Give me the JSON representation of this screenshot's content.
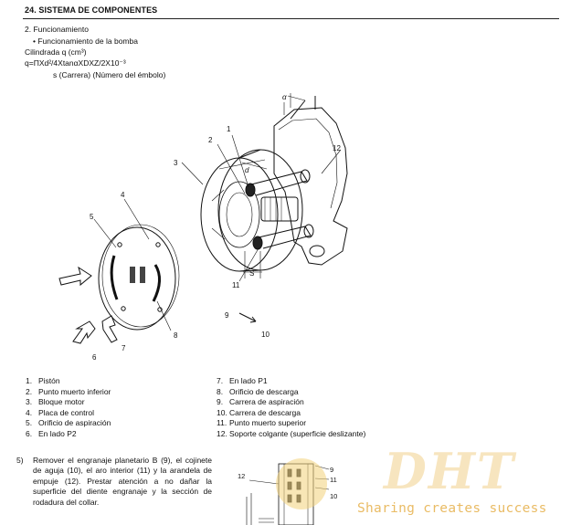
{
  "header": {
    "title": "24. SISTEMA DE COMPONENTES"
  },
  "intro": {
    "line1": "2.   Funcionamiento",
    "line2": "• Funcionamiento de la bomba",
    "line3": "Cilindrada q (cm³)",
    "line4": "q=ΠXd²/4XtanαXDXZ/2X10⁻³",
    "line5": "s (Carrera)  (Número del émbolo)"
  },
  "diagram": {
    "callouts": [
      "1",
      "2",
      "3",
      "4",
      "5",
      "6",
      "7",
      "8",
      "9",
      "10",
      "11",
      "12"
    ],
    "symbols": {
      "alpha": "α",
      "d": "d",
      "s": "S"
    }
  },
  "legend": {
    "left": [
      {
        "num": "1.",
        "text": "Pistón"
      },
      {
        "num": "2.",
        "text": "Punto muerto inferior"
      },
      {
        "num": "3.",
        "text": "Bloque motor"
      },
      {
        "num": "4.",
        "text": "Placa de control"
      },
      {
        "num": "5.",
        "text": "Orificio de aspiración"
      },
      {
        "num": "6.",
        "text": "En lado P2"
      }
    ],
    "right": [
      {
        "num": "7.",
        "text": "En lado P1"
      },
      {
        "num": "8.",
        "text": "Orificio de descarga"
      },
      {
        "num": "9.",
        "text": "Carrera de aspiración"
      },
      {
        "num": "10.",
        "text": "Carrera de descarga"
      },
      {
        "num": "11.",
        "text": "Punto muerto superior"
      },
      {
        "num": "12.",
        "text": "Soporte colgante (superficie deslizante)"
      }
    ]
  },
  "step": {
    "num": "5)",
    "text": "Remover el engranaje planetario B (9), el cojinete de aguja (10), el aro interior (11) y la arandela de empuje (12). Prestar atención a no dañar la superficie del diente engranaje y la sección de rodadura del collar."
  },
  "thumbnail": {
    "labels": [
      "12",
      "9",
      "11",
      "10"
    ]
  },
  "watermark": {
    "logo": "DHT",
    "tagline": "Sharing creates success"
  },
  "colors": {
    "watermark": "#e6b04a"
  }
}
